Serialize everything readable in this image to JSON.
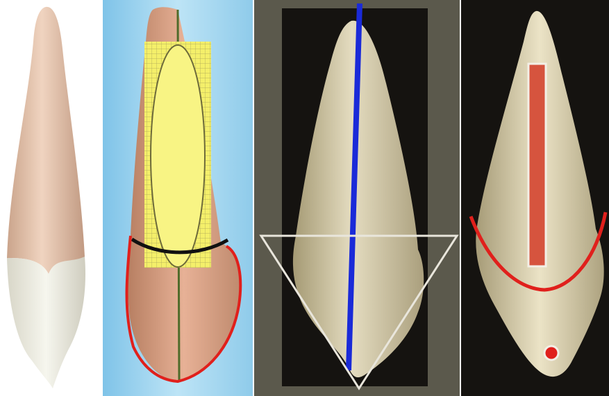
{
  "figure": {
    "panel_count": 4,
    "panels": [
      {
        "id": "illustration",
        "subject": "tooth-illustration"
      },
      {
        "id": "grid-overlay",
        "subject": "tooth-with-grid-ellipse"
      },
      {
        "id": "axis-triangle",
        "subject": "tooth-photo-with-axis-and-triangle"
      },
      {
        "id": "ridge-marking",
        "subject": "tooth-photo-with-bar-and-arc"
      }
    ]
  },
  "colors": {
    "enamel_tan": "#e8c8b2",
    "enamel_white": "#efefe6",
    "sky_blue": "#9fd2ee",
    "grid_yellow": "#f4ef6a",
    "outline_red": "#e0201c",
    "axis_blue": "#1a2ad8",
    "triangle_white": "#e9e6dc",
    "bar_fill": "#d6543e",
    "photo_dark": "#151310"
  }
}
